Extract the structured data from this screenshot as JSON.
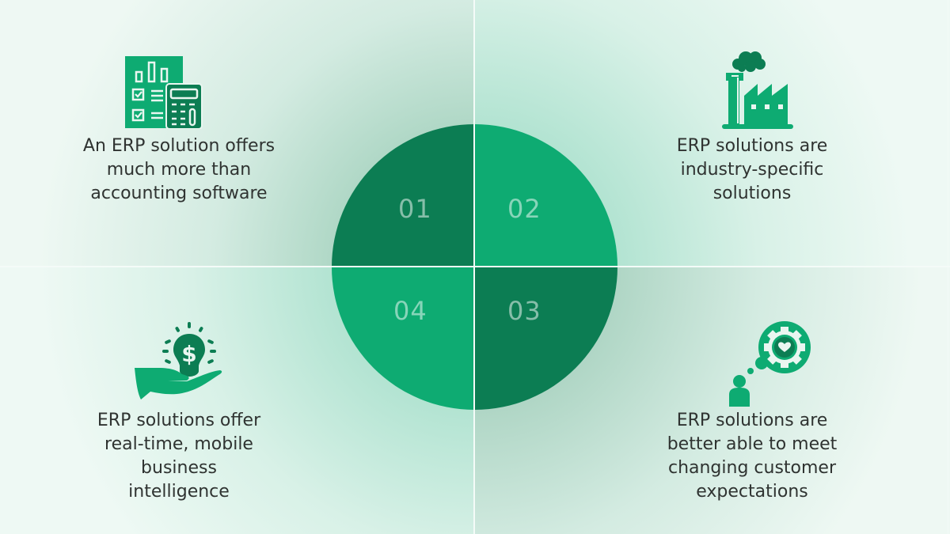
{
  "colors": {
    "primary_green": "#0eab72",
    "dark_green": "#0c7d53",
    "text": "#2f3331",
    "divider": "#f4fbf8"
  },
  "quadrants": [
    {
      "number": "01",
      "icon": "report-calculator-icon",
      "lines": [
        "An ERP solution offers",
        "much more than",
        "accounting software"
      ]
    },
    {
      "number": "02",
      "icon": "factory-icon",
      "lines": [
        "ERP solutions are",
        "industry-specific",
        "solutions"
      ]
    },
    {
      "number": "03",
      "icon": "customer-gear-heart-icon",
      "lines": [
        "ERP solutions are",
        "better able to meet",
        "changing customer",
        "expectations"
      ]
    },
    {
      "number": "04",
      "icon": "hand-dollar-bulb-icon",
      "lines": [
        "ERP solutions offer",
        "real-time, mobile",
        "business",
        "intelligence"
      ]
    }
  ]
}
